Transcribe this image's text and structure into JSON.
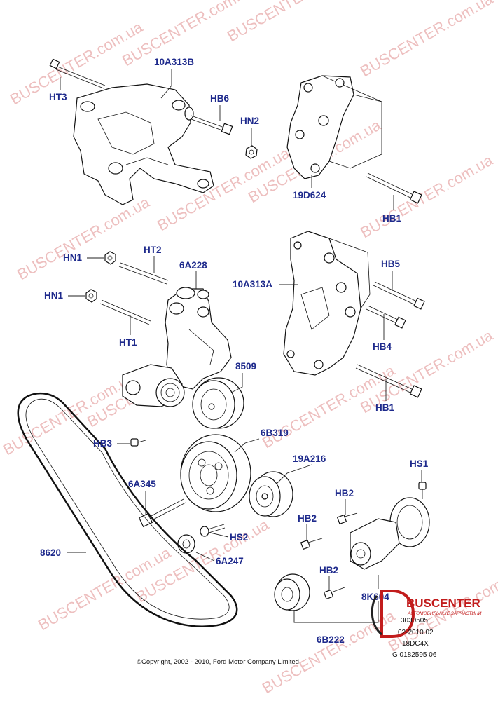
{
  "labels": {
    "ht3": "HT3",
    "p10a313b": "10A313B",
    "hb6": "HB6",
    "hn2": "HN2",
    "p19d624": "19D624",
    "hb1_top": "HB1",
    "hn1_a": "HN1",
    "ht2": "HT2",
    "p6a228": "6A228",
    "hn1_b": "HN1",
    "ht1": "HT1",
    "p10a313a": "10A313A",
    "hb5": "HB5",
    "hb4": "HB4",
    "hb1_mid": "HB1",
    "p8509": "8509",
    "hb3": "HB3",
    "p6b319": "6B319",
    "p19a216": "19A216",
    "hs1": "HS1",
    "p6a345": "6A345",
    "hb2_a": "HB2",
    "hb2_b": "HB2",
    "hs2": "HS2",
    "p6a247": "6A247",
    "p8620": "8620",
    "hb2_c": "HB2",
    "p8k604": "8K604",
    "p6b222": "6B222"
  },
  "watermark": "BUSCENTER.com.ua",
  "brand": {
    "name": "BUSCENTER",
    "tagline": "АВТОМОБИЛЬНЫЕ ЗАПЧАСТИНИ"
  },
  "stamp": {
    "line1": "3030505",
    "line2": "02-2010.02",
    "line3": "18DC4X",
    "line4": "G 0182595 06"
  },
  "copyright": "©Copyright, 2002 - 2010, Ford Motor Company Limited",
  "colors": {
    "label": "#1e2a8c",
    "watermark": "#c21c1c",
    "line": "#111111"
  }
}
